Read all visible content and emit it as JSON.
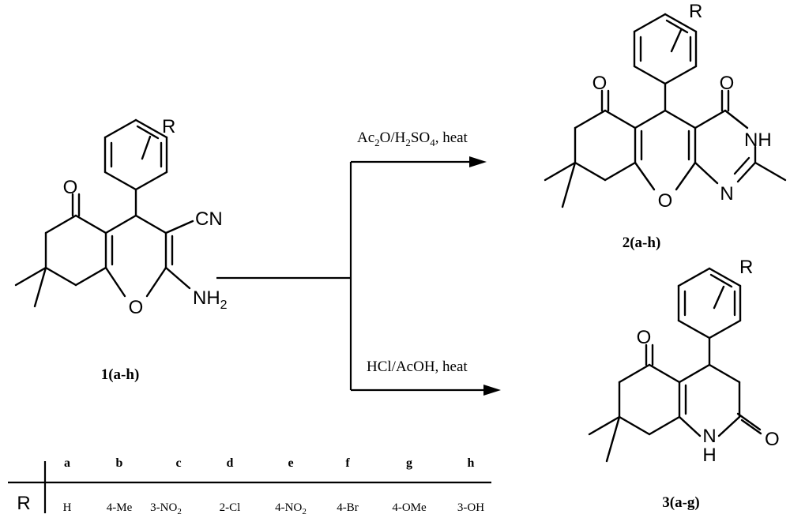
{
  "compound1": {
    "label": "1(a-h)",
    "atoms": {
      "O_ketone": "O",
      "O_ring": "O",
      "R": "R",
      "CN": "CN",
      "NH": "NH",
      "NH_sub": "2"
    }
  },
  "compound2": {
    "label": "2(a-h)",
    "atoms": {
      "O_ketone": "O",
      "O_amide": "O",
      "O_ring": "O",
      "NH": "NH",
      "N": "N",
      "R": "R"
    }
  },
  "compound3": {
    "label": "3(a-g)",
    "atoms": {
      "O_ketone": "O",
      "O_amide": "O",
      "N": "N",
      "H": "H",
      "R": "R"
    }
  },
  "reaction_top": {
    "p1": "Ac",
    "s1": "2",
    "p2": "O/H",
    "s2": "2",
    "p3": "SO",
    "s3": "4",
    "p4": ", heat"
  },
  "reaction_bottom": {
    "text": "HCl/AcOH, heat"
  },
  "table": {
    "row_label": "R",
    "headers": [
      "a",
      "b",
      "c",
      "d",
      "e",
      "f",
      "g",
      "h"
    ],
    "values": [
      {
        "main": "H",
        "sub": ""
      },
      {
        "main": "4-Me",
        "sub": ""
      },
      {
        "main": "3-NO",
        "sub": "2"
      },
      {
        "main": "2-Cl",
        "sub": ""
      },
      {
        "main": "4-NO",
        "sub": "2"
      },
      {
        "main": "4-Br",
        "sub": ""
      },
      {
        "main": "4-OMe",
        "sub": ""
      },
      {
        "main": "3-OH",
        "sub": ""
      }
    ]
  }
}
